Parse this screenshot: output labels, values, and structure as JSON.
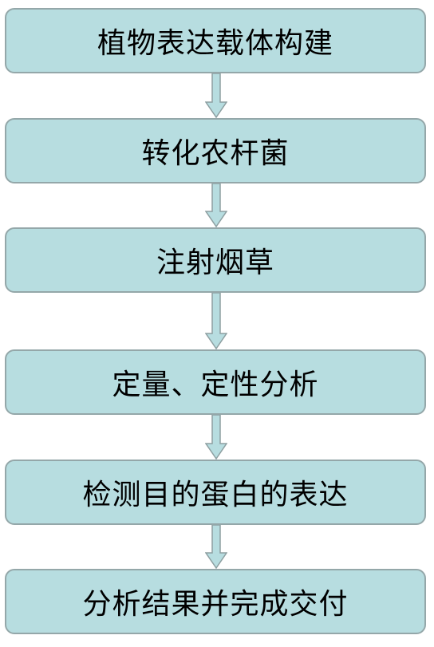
{
  "steps": [
    {
      "label": "植物表达载体构建"
    },
    {
      "label": "转化农杆菌"
    },
    {
      "label": "注射烟草"
    },
    {
      "label": "定量、定性分析"
    },
    {
      "label": "检测目的蛋白的表达"
    },
    {
      "label": "分析结果并完成交付"
    }
  ],
  "colors": {
    "box_fill": "#b7dde0",
    "box_border": "#94a7a9",
    "arrow_fill": "#b7dde0",
    "arrow_stroke": "#8d9fa1",
    "text": "#000000"
  }
}
